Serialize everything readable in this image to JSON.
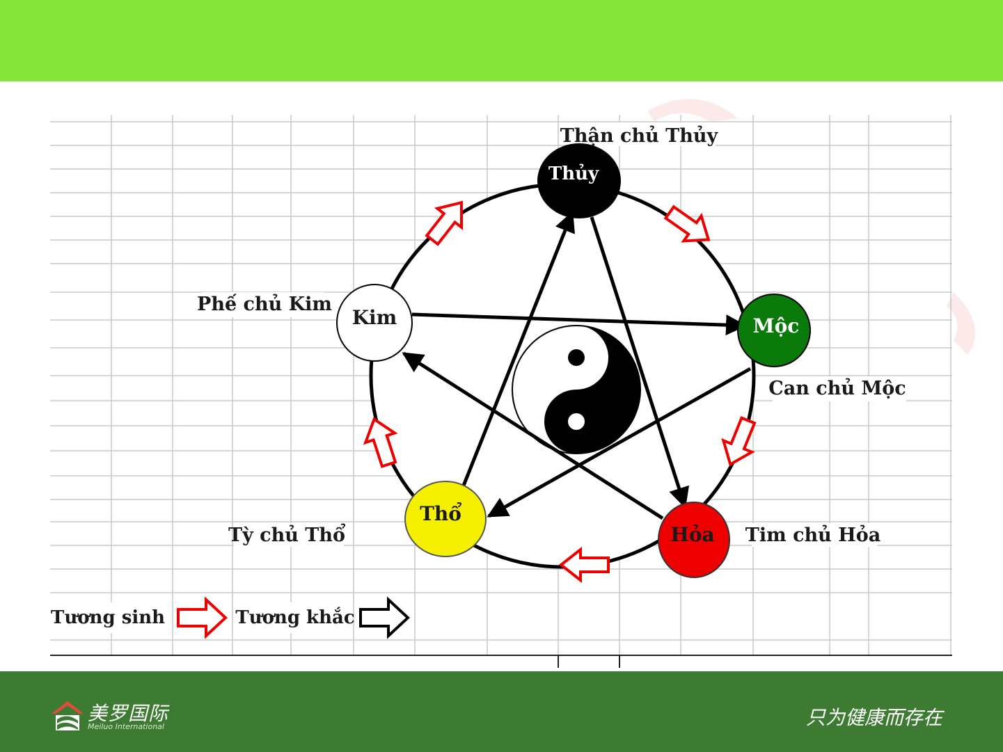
{
  "elements": {
    "water": "Thủy",
    "wood": "Mộc",
    "fire": "Hỏa",
    "earth": "Thổ",
    "metal": "Kim"
  },
  "organs": {
    "water": "Thận chủ Thủy",
    "wood": "Can chủ Mộc",
    "fire": "Tim chủ Hỏa",
    "earth": "Tỳ chủ Thổ",
    "metal": "Phế chủ Kim"
  },
  "legend": {
    "generating": "Tương sinh",
    "controlling": "Tương khắc"
  },
  "footer": {
    "logo_text": "美罗国际",
    "logo_sub": "Meiluo International",
    "slogan": "只为健康而存在"
  },
  "colors": {
    "header_band": "#84e43a",
    "footer_band": "#3d7a32",
    "water": "#000000",
    "wood": "#0a7a0a",
    "fire": "#ee0000",
    "earth": "#f5f000",
    "metal": "#ffffff",
    "generating_arrow": "#ee0000",
    "controlling_arrow": "#000000"
  }
}
